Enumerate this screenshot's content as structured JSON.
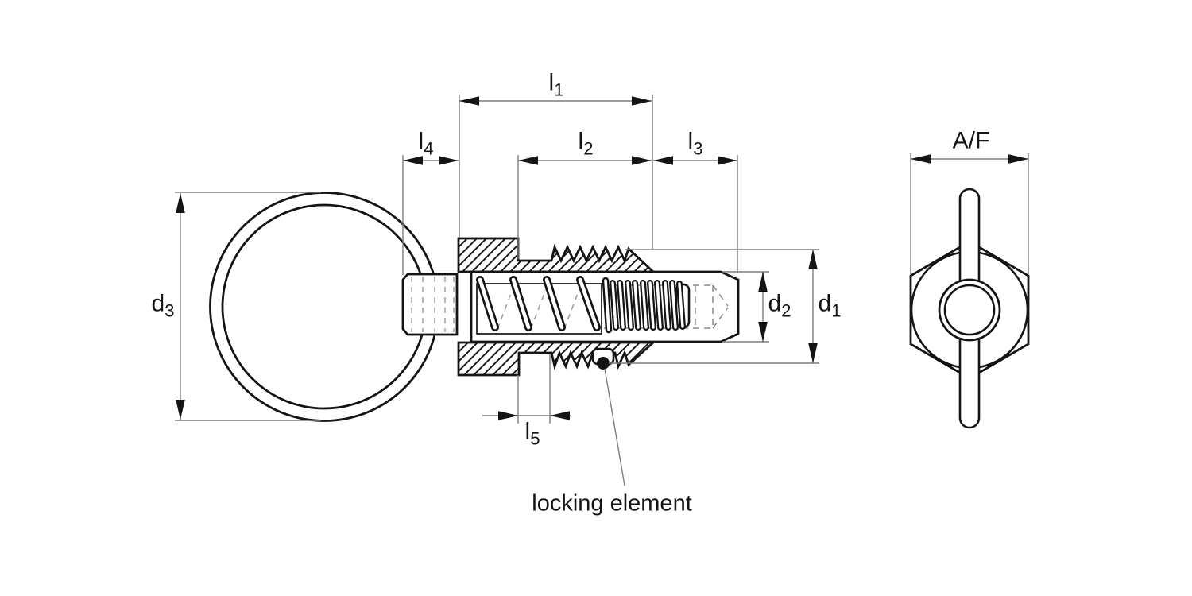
{
  "drawing": {
    "kind": "technical-dimension-drawing",
    "views": {
      "side_view": "spring plunger with pull ring, sectioned",
      "end_view": "hex body end view"
    },
    "colors": {
      "line": "#141414",
      "dimension_line": "#7d7d7d",
      "hidden_line": "#9a9a9a",
      "background": "#ffffff"
    },
    "labels": {
      "l1": {
        "base": "l",
        "sub": "1"
      },
      "l2": {
        "base": "l",
        "sub": "2"
      },
      "l3": {
        "base": "l",
        "sub": "3"
      },
      "l4": {
        "base": "l",
        "sub": "4"
      },
      "l5": {
        "base": "l",
        "sub": "5"
      },
      "d1": {
        "base": "d",
        "sub": "1"
      },
      "d2": {
        "base": "d",
        "sub": "2"
      },
      "d3": {
        "base": "d",
        "sub": "3"
      },
      "af": {
        "base": "A/F",
        "sub": ""
      }
    },
    "annotation": {
      "locking_element": "locking element"
    }
  }
}
